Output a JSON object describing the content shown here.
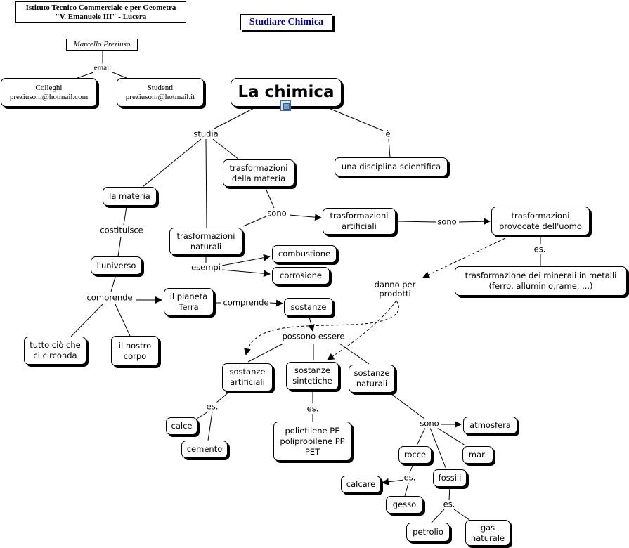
{
  "header": {
    "school": "Istituto Tecnico Commerciale e per Geometra\n\"V. Emanuele III\" - Lucera",
    "title": "Studiare Chimica",
    "author": "Marcello Preziuso",
    "email_label": "email",
    "contact_colleghi": "Colleghi\npreziusom@hotmail.com",
    "contact_studenti": "Studenti\npreziusom@hotmail.it"
  },
  "nodes": {
    "la_chimica": "La chimica",
    "disciplina": "una disciplina scientifica",
    "la_materia": "la materia",
    "trasf_materia": "trasformazioni\ndella materia",
    "trasf_naturali": "trasformazioni\nnaturali",
    "trasf_artificiali": "trasformazioni\nartificiali",
    "trasf_uomo": "trasformazioni\nprovocate dell'uomo",
    "minerali": "trasformazione dei minerali in metalli\n(ferro, alluminio,rame, ...)",
    "combustione": "combustione",
    "corrosione": "corrosione",
    "universo": "l'universo",
    "pianeta": "il pianeta\nTerra",
    "sostanze": "sostanze",
    "tutto": "tutto ciò che\nci circonda",
    "corpo": "il nostro\ncorpo",
    "sost_artificiali": "sostanze\nartificiali",
    "sost_sintetiche": "sostanze\nsintetiche",
    "sost_naturali": "sostanze\nnaturali",
    "calce": "calce",
    "cemento": "cemento",
    "polimeri": "polietilene PE\npolipropilene PP\nPET",
    "atmosfera": "atmosfera",
    "mari": "mari",
    "rocce": "rocce",
    "fossili": "fossili",
    "calcare": "calcare",
    "gesso": "gesso",
    "petrolio": "petrolio",
    "gas": "gas\nnaturale"
  },
  "links": {
    "studia": "studia",
    "e": "è",
    "costituisce": "costituisce",
    "sono_1": "sono",
    "sono_2": "sono",
    "es_1": "es.",
    "esempi": "esempi",
    "danno": "danno per\nprodotti",
    "comprende_1": "comprende",
    "comprende_2": "comprende",
    "possono": "possono essere",
    "es_2": "es.",
    "es_3": "es.",
    "sono_3": "sono",
    "es_4": "es.",
    "es_5": "es."
  }
}
